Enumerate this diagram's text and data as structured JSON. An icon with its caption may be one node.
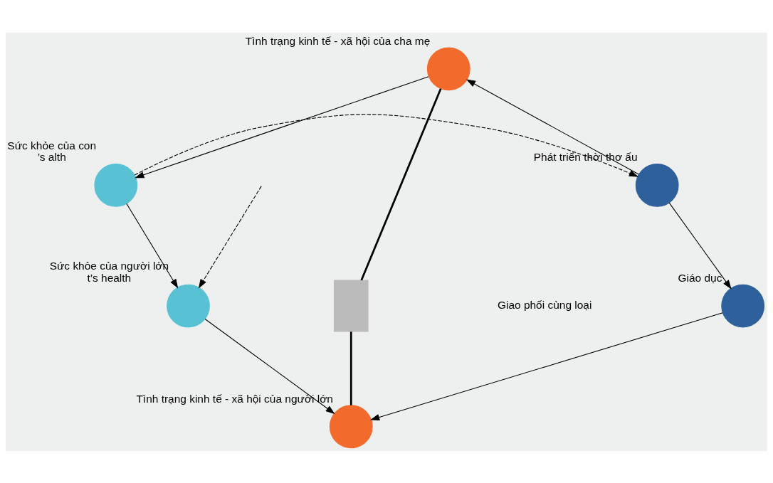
{
  "diagram": {
    "nodes": [
      {
        "text": [
          "Tình trạng kinh tế - xã hội của cha mẹ"
        ]
      },
      {
        "text": [
          "Sức khỏe của con"
        ],
        "beside": [
          "’s alth"
        ]
      },
      {
        "text": [
          "Phát triển thời thơ ấu"
        ]
      },
      {
        "text": [
          "Giáo dục"
        ]
      },
      {
        "text": [
          "Sức khỏe của người lớn"
        ],
        "beside": [
          "t’s health"
        ]
      },
      {
        "text": [
          "Tình trạng kinh tế - xã hội của người lớn"
        ]
      },
      {
        "text": [],
        "shape": "box"
      }
    ],
    "edges": [
      {
        "from": 0,
        "to": 1,
        "arrow": "to"
      },
      {
        "from": 2,
        "to": 0,
        "arrow": "to"
      },
      {
        "from": 1,
        "to": 2,
        "arrow": "to",
        "style": "dashed"
      },
      {
        "from": 1,
        "to": 4,
        "arrow": "to"
      },
      {
        "from": 2,
        "to": 3,
        "arrow": "to"
      },
      {
        "from": null,
        "to": 4,
        "arrow": "to",
        "style": "dashed"
      },
      {
        "from": 4,
        "to": 5,
        "arrow": "to"
      },
      {
        "from": 3,
        "to": 5,
        "arrow": "to"
      },
      {
        "from": 0,
        "to": 6,
        "arrow": "none",
        "style": "thick"
      },
      {
        "from": 6,
        "to": 5,
        "arrow": "none",
        "style": "thick"
      }
    ],
    "labels": [
      "Giao phối cùng loại"
    ]
  }
}
